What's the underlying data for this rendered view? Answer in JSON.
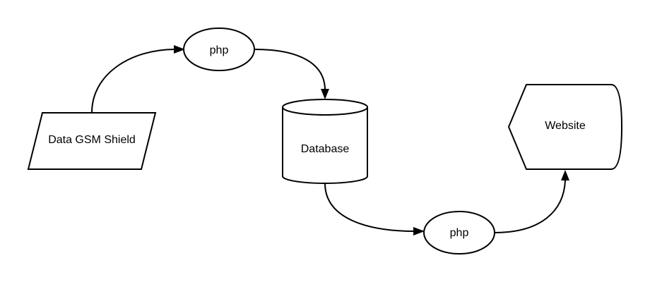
{
  "diagram": {
    "nodes": {
      "data_gsm_shield": {
        "label": "Data GSM Shield",
        "shape": "parallelogram"
      },
      "php_top": {
        "label": "php",
        "shape": "ellipse"
      },
      "database": {
        "label": "Database",
        "shape": "cylinder"
      },
      "php_bottom": {
        "label": "php",
        "shape": "ellipse"
      },
      "website": {
        "label": "Website",
        "shape": "display"
      }
    },
    "edges": [
      {
        "from": "Data GSM Shield",
        "to": "php"
      },
      {
        "from": "php",
        "to": "Database"
      },
      {
        "from": "Database",
        "to": "php"
      },
      {
        "from": "php",
        "to": "Website"
      }
    ],
    "colors": {
      "stroke": "#000000",
      "fill": "#ffffff",
      "background": "#ffffff"
    }
  }
}
